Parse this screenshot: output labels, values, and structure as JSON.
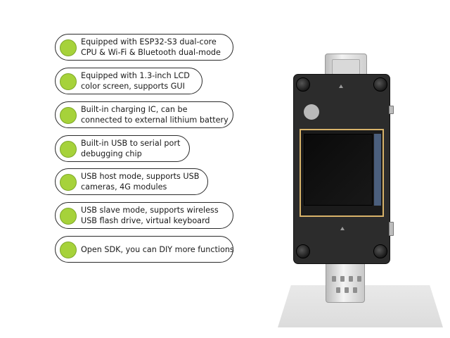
{
  "features": [
    {
      "line1": "Equipped with ESP32-S3 dual-core",
      "line2": "CPU & Wi-Fi & Bluetooth dual-mode"
    },
    {
      "line1": "Equipped with 1.3-inch LCD",
      "line2": "color screen, supports GUI"
    },
    {
      "line1": "Built-in charging IC, can be",
      "line2": "connected to external lithium battery"
    },
    {
      "line1": "Built-in USB to serial port",
      "line2": "debugging chip"
    },
    {
      "line1": "USB host mode, supports USB",
      "line2": "cameras, 4G modules"
    },
    {
      "line1": "USB slave mode, supports wireless",
      "line2": "USB flash drive, virtual keyboard"
    },
    {
      "line1": "Open SDK, you can DIY more functions",
      "line2": ""
    }
  ],
  "colors": {
    "dot": "#a6d23a",
    "pill_border": "#2b2b2b",
    "board": "#2c2c2c",
    "lcd_frame": "#d8b36a"
  },
  "device": {
    "icon": "esp32-s3-usb-dongle-icon"
  }
}
